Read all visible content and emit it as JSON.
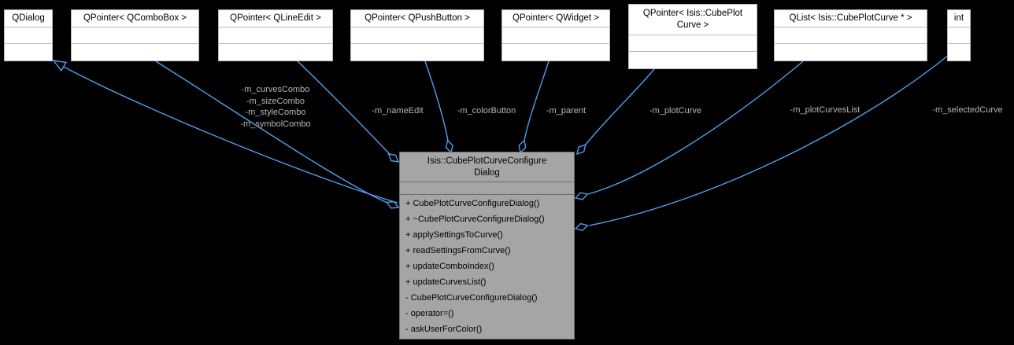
{
  "diagram": {
    "type": "uml-collaboration-diagram",
    "background_color": "#000000",
    "edge_color": "#4f9fec",
    "edge_label_color": "#b6b6b6",
    "node_fill": "#ffffff",
    "node_border": "#b9b9b9",
    "class_fill": "#a5a5a5",
    "class_border": "#6e6e6e"
  },
  "nodes": [
    {
      "title": "QDialog"
    },
    {
      "title": "QPointer< QComboBox >"
    },
    {
      "title": "QPointer< QLineEdit >"
    },
    {
      "title": "QPointer< QPushButton >"
    },
    {
      "title": "QPointer< QWidget >"
    },
    {
      "title": "QPointer< Isis::CubePlot Curve >"
    },
    {
      "title": "QList< Isis::CubePlotCurve * >"
    },
    {
      "title": "int"
    }
  ],
  "class_box": {
    "title_line1": "Isis::CubePlotCurveConfigure",
    "title_line2": "Dialog",
    "methods": [
      "+ CubePlotCurveConfigureDialog()",
      "+ ~CubePlotCurveConfigureDialog()",
      "+ applySettingsToCurve()",
      "+ readSettingsFromCurve()",
      "+ updateComboIndex()",
      "+ updateCurvesList()",
      "- CubePlotCurveConfigureDialog()",
      "- operator=()",
      "- askUserForColor()"
    ]
  },
  "edge_labels": {
    "combos": [
      "-m_curvesCombo",
      "-m_sizeCombo",
      "-m_styleCombo",
      "-m_symbolCombo"
    ],
    "name_edit": "-m_nameEdit",
    "color_button": "-m_colorButton",
    "parent": "-m_parent",
    "plot_curve": "-m_plotCurve",
    "plot_curves_list": "-m_plotCurvesList",
    "selected_curve": "-m_selectedCurve"
  }
}
